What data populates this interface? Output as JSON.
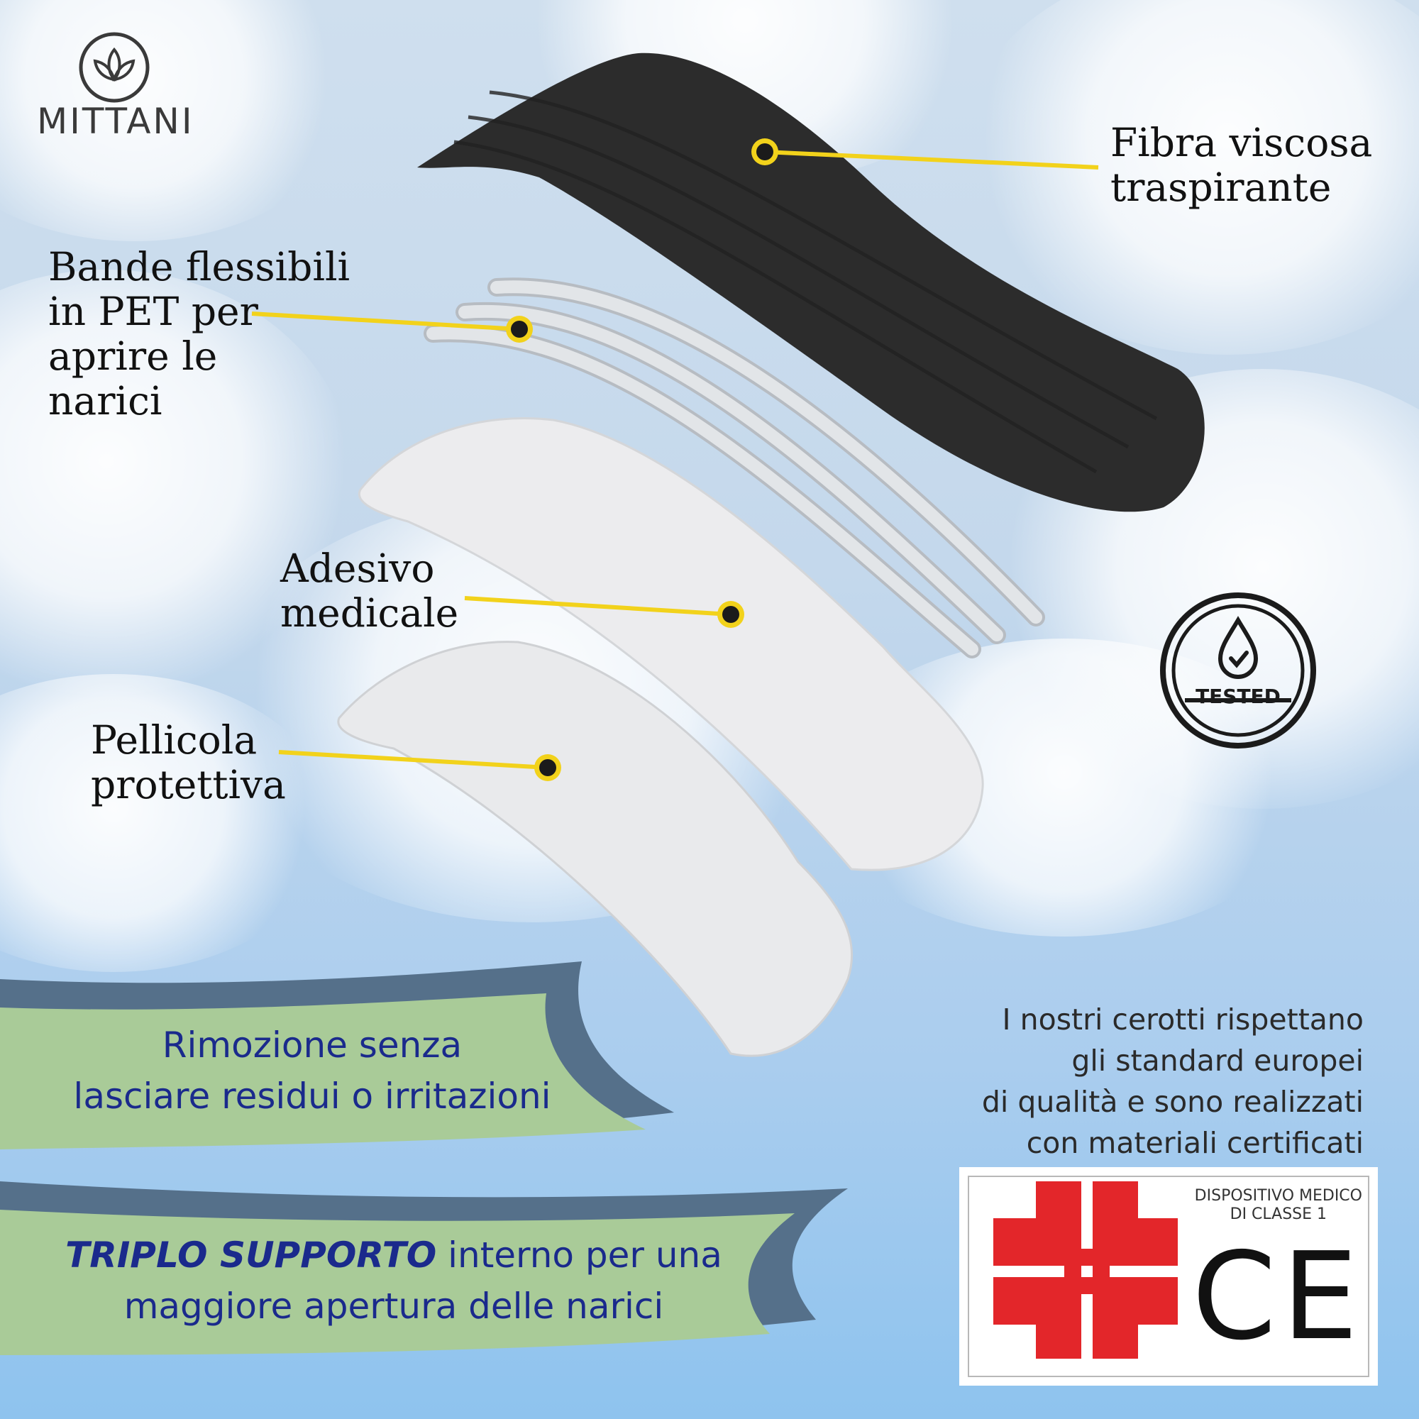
{
  "brand": {
    "name": "MITTANI",
    "logo_icon": "lotus-icon"
  },
  "layers": {
    "fibra": [
      "Fibra viscosa",
      "traspirante"
    ],
    "bande": [
      "Bande flessibili",
      "in PET per",
      "aprire le",
      "narici"
    ],
    "adesivo": [
      "Adesivo",
      "medicale"
    ],
    "pellicola": [
      "Pellicola",
      "protettiva"
    ]
  },
  "badge": {
    "tested_label": "TESTED",
    "icon": "water-drop-check-icon"
  },
  "banners": {
    "top": [
      "Rimozione senza",
      "lasciare residui o irritazioni"
    ],
    "bottom": {
      "emphasis": "TRIPLO SUPPORTO",
      "line1_rest": " interno per una",
      "line2": "maggiore apertura delle narici"
    }
  },
  "standards_text": [
    "I nostri cerotti rispettano",
    "gli standard europei",
    "di qualità e sono realizzati",
    "con materiali certificati"
  ],
  "certification": {
    "device_class": [
      "DISPOSITIVO MEDICO",
      "DI CLASSE 1"
    ],
    "mark": "CE",
    "cross_icon": "medical-cross-icon"
  },
  "colors": {
    "pointer": "#f2d21b",
    "banner_green": "#a9cb98",
    "banner_text": "#1a2a8c",
    "cross_red": "#e3262a",
    "strip_dark": "#2c2c2c"
  }
}
